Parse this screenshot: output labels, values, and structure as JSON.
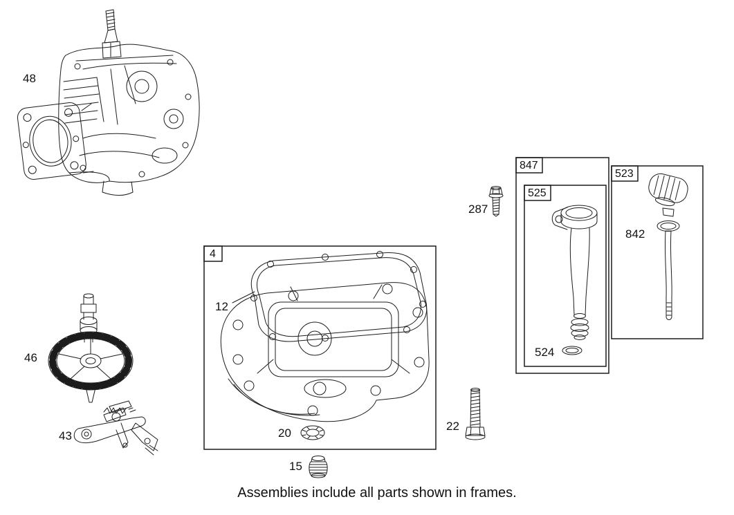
{
  "diagram": {
    "caption": "Assemblies include all parts shown in frames.",
    "labels": {
      "cylinder_assembly": "48",
      "camshaft_gear": "46",
      "brake_bracket": "43",
      "sump_frame": "4",
      "sump_gasket": "12",
      "oil_seal": "20",
      "oil_drain_plug": "15",
      "sump_bolt": "22",
      "tube_bolt": "287",
      "oil_fill_assembly_frame": "847",
      "fill_tube_frame": "525",
      "fill_tube_seal": "524",
      "dipstick_frame": "523",
      "dipstick_seal": "842"
    }
  }
}
